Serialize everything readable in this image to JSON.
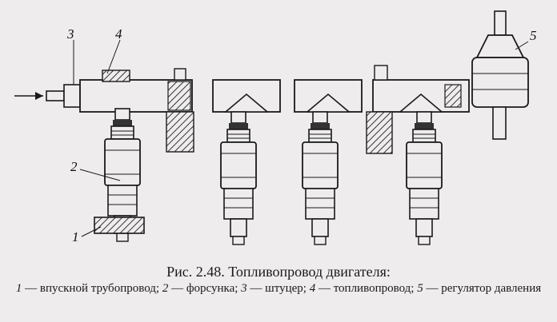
{
  "figure": {
    "callouts": [
      "1",
      "2",
      "3",
      "4",
      "5"
    ],
    "colors": {
      "ink": "#1a1a1a",
      "paper": "#eeecec",
      "hatch": "#333333"
    }
  },
  "caption": {
    "title": "Рис. 2.48. Топливопровод двигателя:",
    "legend": [
      {
        "num": "1",
        "text": " — впускной трубопровод; "
      },
      {
        "num": "2",
        "text": " — форсунка; "
      },
      {
        "num": "3",
        "text": " — штуцер; "
      },
      {
        "num": "4",
        "text": " — топливопровод; "
      },
      {
        "num": "5",
        "text": " — регулятор давления"
      }
    ]
  }
}
